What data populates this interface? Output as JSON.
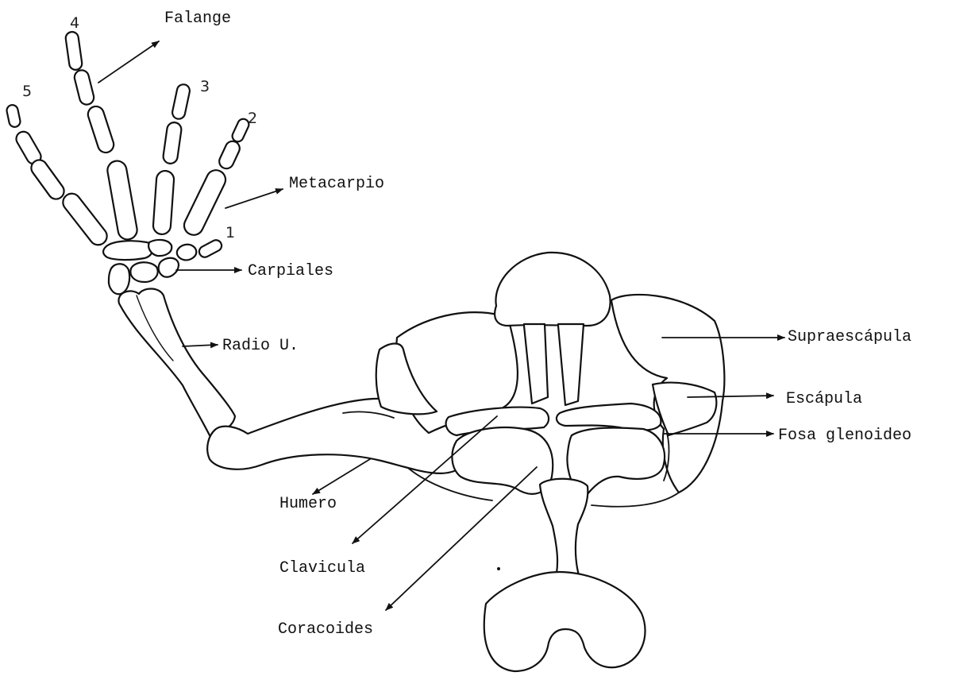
{
  "labels": {
    "falange": "Falange",
    "metacarpio": "Metacarpio",
    "carpiales": "Carpiales",
    "radio": "Radio U.",
    "humero": "Humero",
    "clavicula": "Clavicula",
    "coracoides": "Coracoides",
    "supraescapula": "Supraescápula",
    "escapula": "Escápula",
    "fosa": "Fosa glenoideo"
  },
  "digits": {
    "d1": "1",
    "d2": "2",
    "d3": "3",
    "d4": "4",
    "d5": "5"
  },
  "colors": {
    "ink": "#111111",
    "paper": "#ffffff"
  }
}
